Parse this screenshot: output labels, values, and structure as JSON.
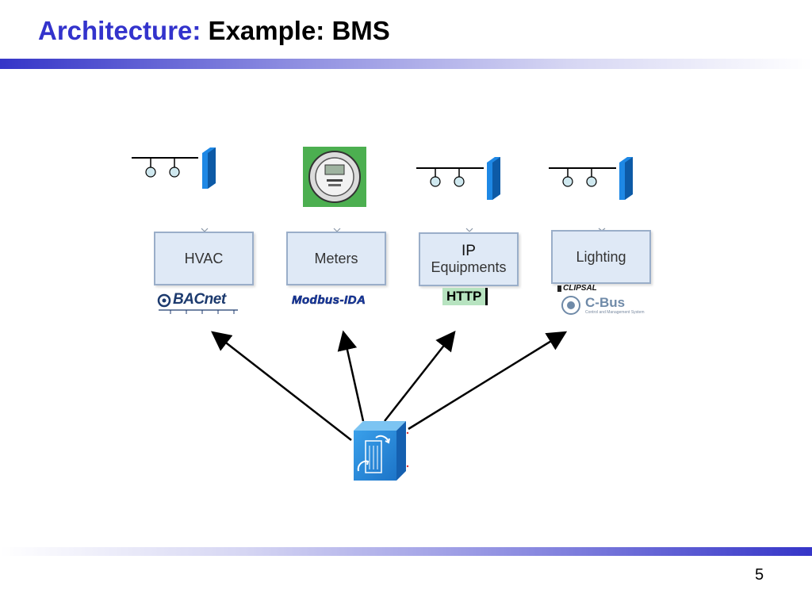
{
  "slide": {
    "title_accent": "Architecture:",
    "title_rest": " Example: BMS",
    "page_number": "5"
  },
  "nodes": {
    "hvac": {
      "label": "HVAC",
      "protocol": "BACnet"
    },
    "meters": {
      "label": "Meters",
      "protocol": "Modbus-IDA"
    },
    "ip": {
      "label_line1": "IP",
      "label_line2": "Equipments",
      "protocol": "HTTP"
    },
    "lighting": {
      "label": "Lighting",
      "protocol_brand": "CLIPSAL",
      "protocol": "C-Bus",
      "protocol_tagline": "Control and Management System"
    }
  },
  "icons": {
    "network_bus": "network-bus-icon",
    "firewall": "firewall-icon",
    "meter": "power-meter-icon",
    "bms_controller": "building-management-server-icon"
  },
  "colors": {
    "title_accent": "#3333cc",
    "box_fill": "#dfe9f6",
    "box_border": "#9aaec9",
    "device_blue": "#1e88e5",
    "meter_green": "#4caf50",
    "http_badge": "#b7e3c0"
  }
}
